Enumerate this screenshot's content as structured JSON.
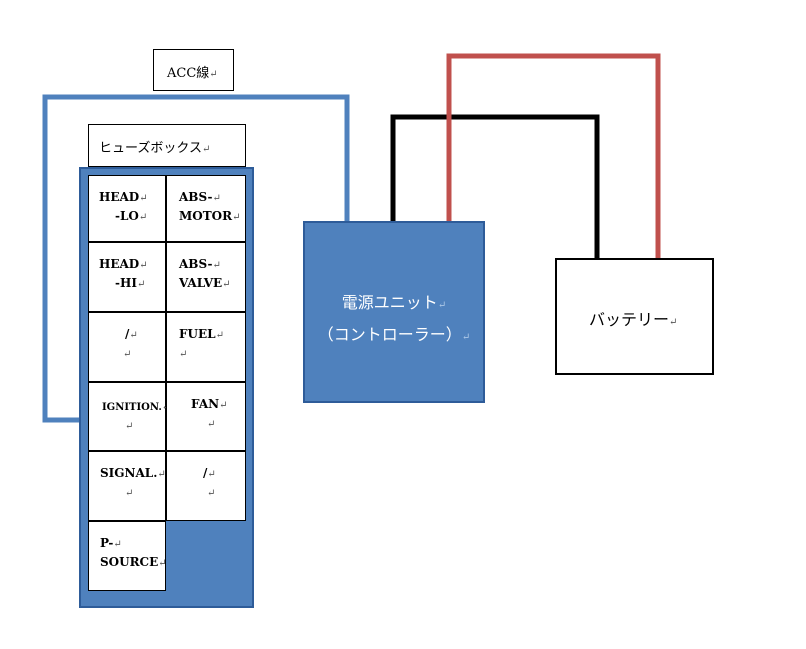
{
  "acc_label": "ACC線",
  "fusebox_label": "ヒューズボックス",
  "return_mark": "↵",
  "fuse_cells": [
    {
      "id": "head-lo",
      "lines": [
        "HEAD",
        "-LO"
      ]
    },
    {
      "id": "abs-motor",
      "lines": [
        "ABS-",
        "MOTOR"
      ]
    },
    {
      "id": "head-hi",
      "lines": [
        "HEAD",
        "-HI"
      ]
    },
    {
      "id": "abs-valve",
      "lines": [
        "ABS-",
        "VALVE"
      ]
    },
    {
      "id": "slash-1",
      "lines": [
        "/",
        ""
      ]
    },
    {
      "id": "fuel",
      "lines": [
        "FUEL",
        ""
      ]
    },
    {
      "id": "ignition",
      "lines": [
        "IGNITION.",
        ""
      ]
    },
    {
      "id": "fan",
      "lines": [
        "FAN",
        ""
      ]
    },
    {
      "id": "signal",
      "lines": [
        "SIGNAL.",
        ""
      ]
    },
    {
      "id": "slash-2",
      "lines": [
        "/",
        ""
      ]
    },
    {
      "id": "p-source",
      "lines": [
        "P-",
        "SOURCE"
      ]
    }
  ],
  "power_unit": {
    "line1": "電源ユニット",
    "line2": "（コントローラー）"
  },
  "battery_label": "バッテリー",
  "colors": {
    "acc_wire": "#4f81bd",
    "ground_wire": "#000000",
    "positive_wire": "#c0504d",
    "unit_fill": "#4f81bd"
  }
}
